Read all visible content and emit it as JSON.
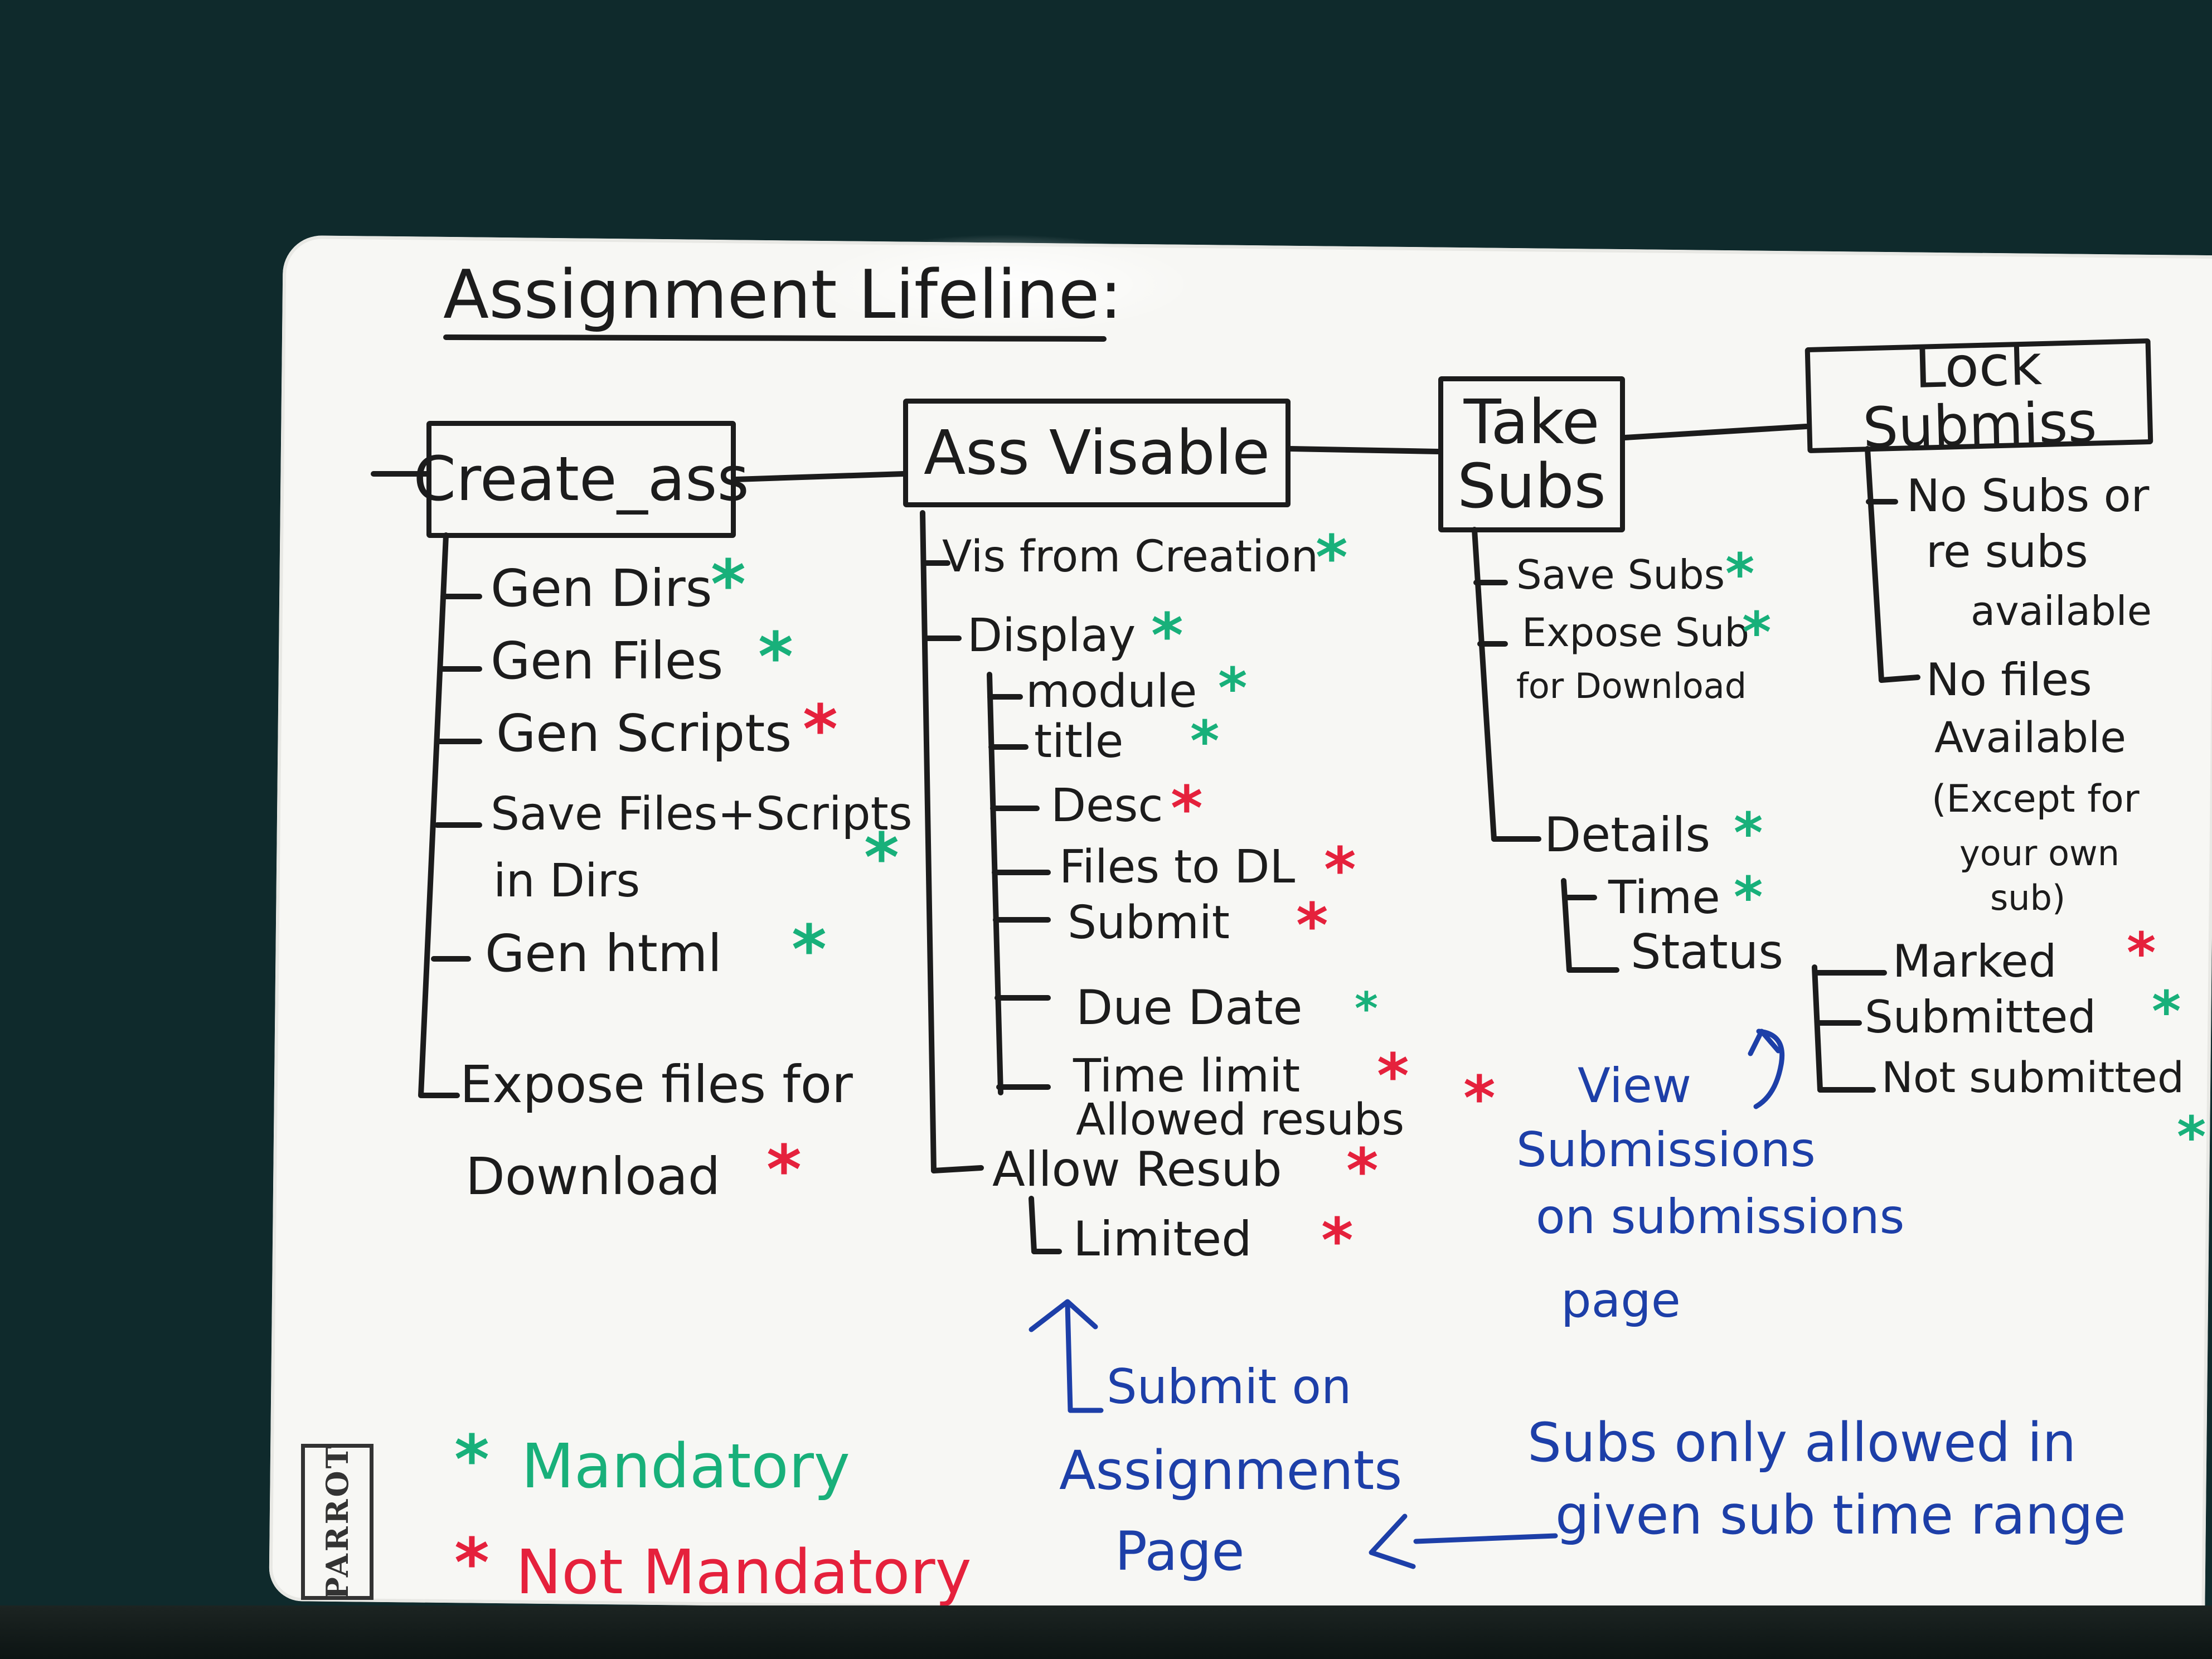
{
  "title": "Assignment Lifeline:",
  "stages": {
    "create": {
      "label": "Create_ass",
      "items": [
        {
          "text": "Gen Dirs",
          "mark": "mandatory"
        },
        {
          "text": "Gen Files",
          "mark": "mandatory"
        },
        {
          "text": "Gen Scripts",
          "mark": "not-mandatory"
        },
        {
          "text": "Save Files+Scripts",
          "text2": "in Dirs",
          "mark": "mandatory"
        },
        {
          "text": "Gen html",
          "mark": "mandatory"
        },
        {
          "text": "Expose files for",
          "text2": "Download",
          "mark": "not-mandatory"
        }
      ]
    },
    "visible": {
      "label": "Ass Visable",
      "vis_from_creation": "Vis from Creation",
      "display": "Display",
      "display_items": [
        {
          "text": "module",
          "mark": "mandatory"
        },
        {
          "text": "title",
          "mark": "mandatory"
        },
        {
          "text": "Desc",
          "mark": "not-mandatory"
        },
        {
          "text": "Files to DL",
          "mark": "not-mandatory"
        },
        {
          "text": "Submit",
          "mark": "not-mandatory"
        },
        {
          "text": "Due Date",
          "mark": "mandatory"
        },
        {
          "text": "Time limit",
          "mark": "not-mandatory"
        },
        {
          "text": "Allowed resubs",
          "mark": "not-mandatory"
        }
      ],
      "allow_resub": "Allow Resub",
      "limited": "Limited"
    },
    "take": {
      "label": "Take Subs",
      "items": [
        {
          "text": "Save Subs",
          "mark": "mandatory"
        },
        {
          "text": "Expose Sub",
          "text2": "for Download",
          "mark": "mandatory"
        }
      ],
      "details": "Details",
      "time": "Time",
      "status": "Status",
      "status_items": [
        {
          "text": "Marked",
          "mark": "not-mandatory"
        },
        {
          "text": "Submitted",
          "mark": "mandatory"
        },
        {
          "text": "Not submitted",
          "mark": "mandatory"
        }
      ]
    },
    "lock": {
      "label": "Lock Submiss",
      "items": [
        {
          "text": "No Subs or",
          "text2": "re subs",
          "text3": "available"
        },
        {
          "text": "No files",
          "text2": "Available",
          "text3": "(Except for",
          "text4": "your own",
          "text5": "sub)"
        }
      ]
    }
  },
  "notes": {
    "view_subs": [
      "View",
      "Submissions",
      "on submissions",
      "page"
    ],
    "submit_on": [
      "Submit on",
      "Assignments",
      "Page"
    ],
    "subs_only": [
      "Subs only allowed in",
      "given sub time range"
    ]
  },
  "legend": {
    "mandatory": "Mandatory",
    "not_mandatory": "Not Mandatory"
  },
  "star": "*",
  "brand_logo": "PARROT",
  "colors": {
    "background": "#0f2a2c",
    "board": "#f7f7f4",
    "ink": "#1c1c1c",
    "mandatory": "#18b07a",
    "not_mandatory": "#e5213c",
    "note": "#1d3fa8"
  }
}
